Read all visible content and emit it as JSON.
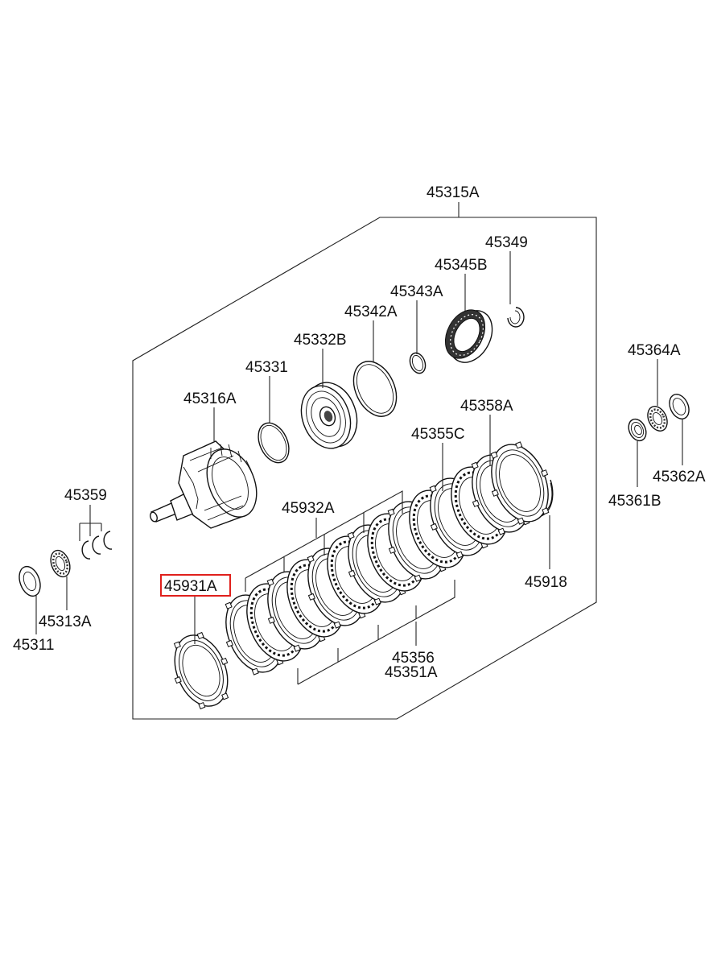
{
  "labels": {
    "p45315A": "45315A",
    "p45349": "45349",
    "p45345B": "45345B",
    "p45343A": "45343A",
    "p45342A": "45342A",
    "p45332B": "45332B",
    "p45331": "45331",
    "p45316A": "45316A",
    "p45358A": "45358A",
    "p45355C": "45355C",
    "p45932A": "45932A",
    "p45931A": "45931A",
    "p45918": "45918",
    "p45356": "45356",
    "p45351A": "45351A",
    "p45359": "45359",
    "p45313A": "45313A",
    "p45311": "45311",
    "p45364A": "45364A",
    "p45362A": "45362A",
    "p45361B": "45361B"
  },
  "highlighted_part": "45931A",
  "colors": {
    "highlight": "#e0201c",
    "line": "#222222"
  }
}
